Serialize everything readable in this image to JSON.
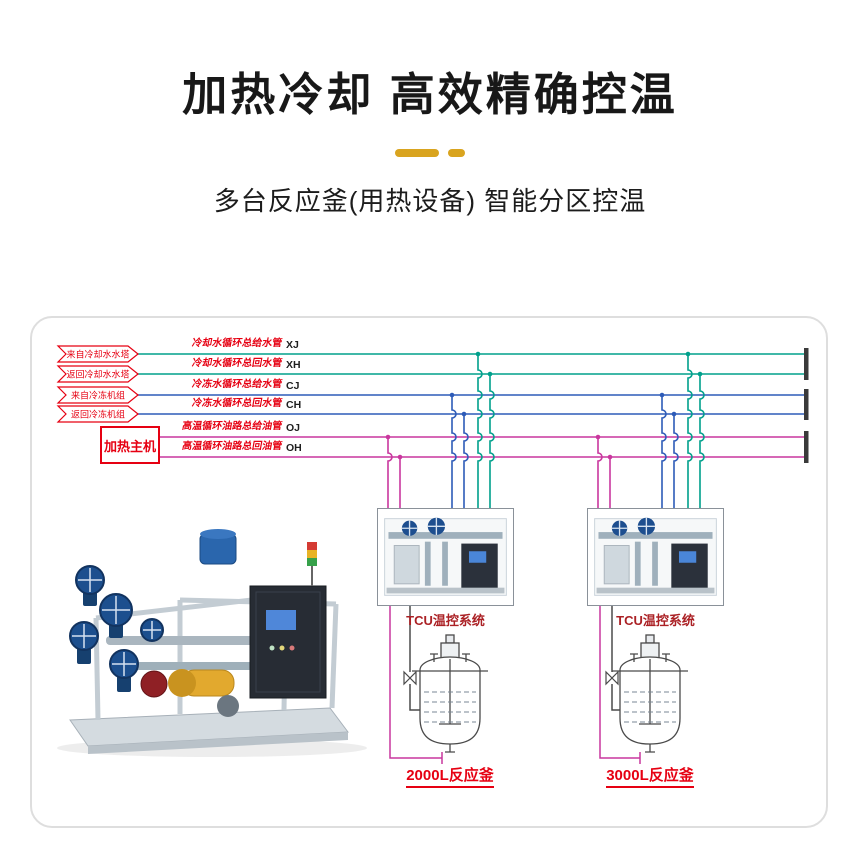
{
  "header": {
    "title": "加热冷却 高效精确控温",
    "subtitle": "多台反应釜(用热设备) 智能分区控温"
  },
  "diagram": {
    "sources": [
      {
        "label": "来自冷却水水塔"
      },
      {
        "label": "返回冷却水水塔"
      },
      {
        "label": "来自冷冻机组"
      },
      {
        "label": "返回冷冻机组"
      }
    ],
    "pipes": [
      {
        "label": "冷却水循环总给水管",
        "code": "XJ"
      },
      {
        "label": "冷却水循环总回水管",
        "code": "XH"
      },
      {
        "label": "冷冻水循环总给水管",
        "code": "CJ"
      },
      {
        "label": "冷冻水循环总回水管",
        "code": "CH"
      },
      {
        "label": "高温循环油路总给油管",
        "code": "OJ"
      },
      {
        "label": "高温循环油路总回油管",
        "code": "OH"
      }
    ],
    "heater": {
      "label": "加热主机"
    },
    "tcu_units": [
      {
        "label": "TCU温控系统"
      },
      {
        "label": "TCU温控系统"
      }
    ],
    "reactors": [
      {
        "label": "2000L反应釜"
      },
      {
        "label": "3000L反应釜"
      }
    ]
  },
  "colors": {
    "accent_gold": "#d9a41f",
    "label_red": "#e60012",
    "cooling_water_line": "#00a08c",
    "chilled_water_line": "#2d5bb8",
    "thermal_oil_line": "#c9379e"
  }
}
